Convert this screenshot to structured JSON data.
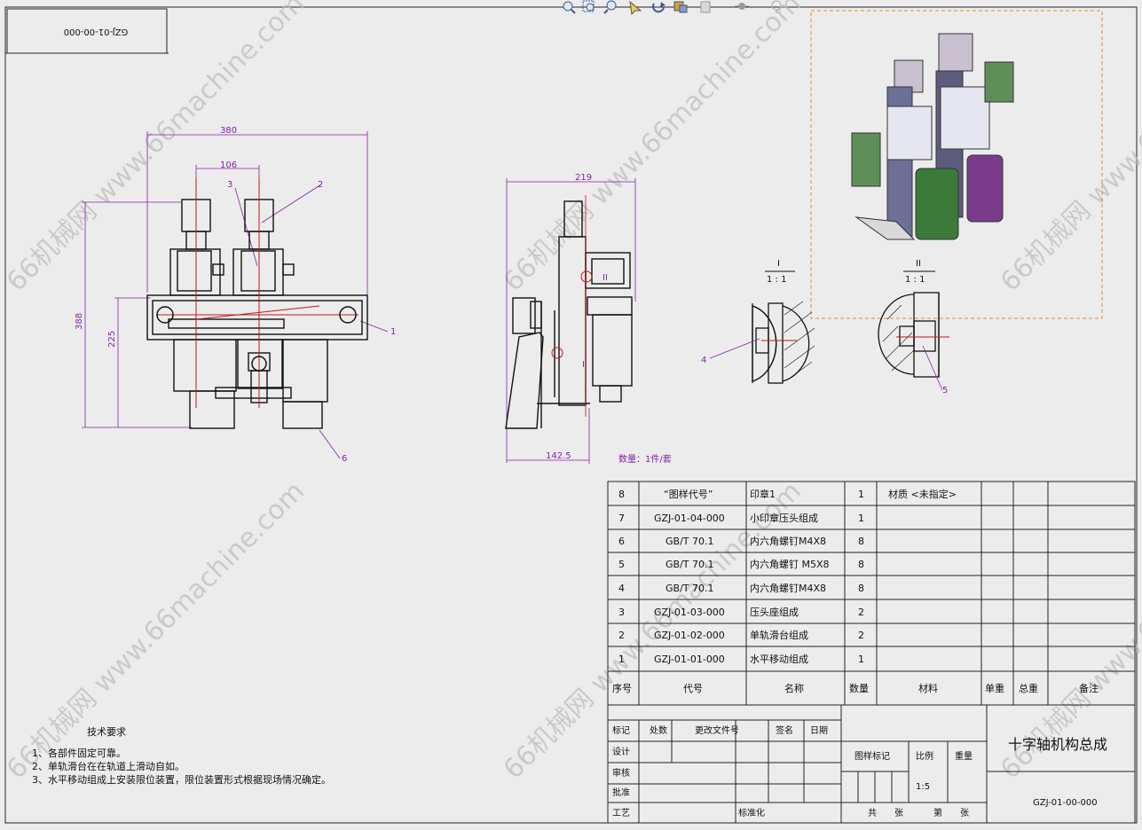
{
  "toolbar": {
    "icons": [
      "zoom-to-fit-icon",
      "zoom-area-icon",
      "zoom-in-out-icon",
      "select-icon",
      "rotate-icon",
      "display-style-icon",
      "view-orientation-icon",
      "hide-show-icon",
      "appearance-icon"
    ]
  },
  "drawing_number_box": "GZJ-01-00-000",
  "watermark": "66机械网 www.66machine.com",
  "front_view": {
    "dim_width": "380",
    "dim_pitch": "106",
    "dim_height": "388",
    "dim_rail": "225",
    "balloons": [
      "1",
      "2",
      "3",
      "6"
    ]
  },
  "side_view": {
    "dim_depth": "219",
    "dim_base": "142.5",
    "detail_mark_1": "I",
    "detail_mark_2": "II"
  },
  "details": [
    {
      "name": "I",
      "scale": "1 : 1",
      "balloon": "4"
    },
    {
      "name": "II",
      "scale": "1 : 1",
      "balloon": "5"
    }
  ],
  "quantity_note": "数量：1件/套",
  "bom": {
    "rows": [
      {
        "no": "8",
        "code": "“图样代号”",
        "name": "印章1",
        "qty": "1",
        "material": "材质 <未指定>"
      },
      {
        "no": "7",
        "code": "GZJ-01-04-000",
        "name": "小印章压头组成",
        "qty": "1",
        "material": ""
      },
      {
        "no": "6",
        "code": "GB/T 70.1",
        "name": "内六角螺钉M4X8",
        "qty": "8",
        "material": ""
      },
      {
        "no": "5",
        "code": "GB/T 70.1",
        "name": "内六角螺钉 M5X8",
        "qty": "8",
        "material": ""
      },
      {
        "no": "4",
        "code": "GB/T 70.1",
        "name": "内六角螺钉M4X8",
        "qty": "8",
        "material": ""
      },
      {
        "no": "3",
        "code": "GZJ-01-03-000",
        "name": "压头座组成",
        "qty": "2",
        "material": ""
      },
      {
        "no": "2",
        "code": "GZJ-01-02-000",
        "name": "单轨滑台组成",
        "qty": "2",
        "material": ""
      },
      {
        "no": "1",
        "code": "GZJ-01-01-000",
        "name": "水平移动组成",
        "qty": "1",
        "material": ""
      }
    ],
    "header": {
      "no": "序号",
      "code": "代号",
      "name": "名称",
      "qty": "数量",
      "material": "材料",
      "unit_weight": "单重",
      "total_weight": "总重",
      "remarks": "备注"
    }
  },
  "title_block": {
    "labels": {
      "mark": "标记",
      "count": "处数",
      "change_doc": "更改文件号",
      "signature": "签名",
      "date": "日期",
      "design": "设计",
      "review": "审核",
      "approve": "批准",
      "process": "工艺",
      "standardize": "标准化",
      "stage_mark": "图样标记",
      "weight": "重量",
      "scale": "比例",
      "total_sheets": "共",
      "sheet_unit": "张",
      "sheet_no": "第",
      "sheet_unit2": "张"
    },
    "scale_value": "1:5",
    "title": "十字轴机构总成",
    "drawing_number": "GZJ-01-00-000"
  },
  "tech_requirements": {
    "heading": "技术要求",
    "items": [
      "1、各部件固定可靠。",
      "2、单轨滑台在在轨道上滑动自如。",
      "3、水平移动组成上安装限位装置，限位装置形式根据现场情况确定。"
    ]
  }
}
